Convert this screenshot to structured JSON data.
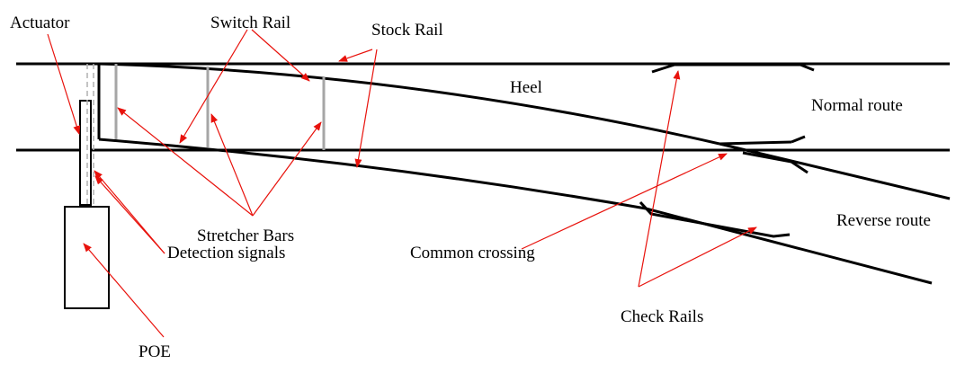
{
  "labels": {
    "actuator": "Actuator",
    "switch_rail": "Switch Rail",
    "stock_rail": "Stock Rail",
    "heel": "Heel",
    "normal_route": "Normal route",
    "reverse_route": "Reverse route",
    "stretcher_bars": "Stretcher Bars",
    "detection_signals": "Detection signals",
    "common_crossing": "Common crossing",
    "check_rails": "Check Rails",
    "poe": "POE"
  },
  "colors": {
    "rail": "#000000",
    "annotation_arrow": "#e8120c",
    "stretcher_bar": "#a6a6a6",
    "detection_signal": "#b0b0b0",
    "text": "#000000"
  }
}
